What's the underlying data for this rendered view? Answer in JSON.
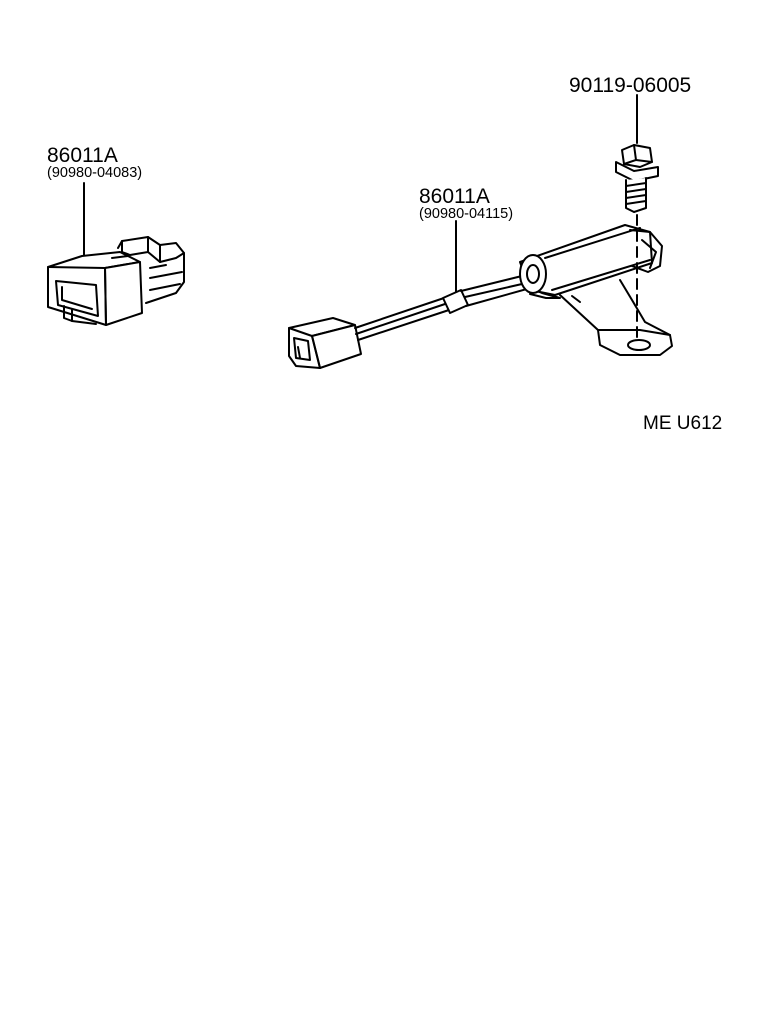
{
  "labels": {
    "left_part_no": "86011A",
    "left_sub_no": "(90980-04083)",
    "center_part_no": "86011A",
    "center_sub_no": "(90980-04115)",
    "bolt_part_no": "90119-06005",
    "figure_code": "ME U612"
  },
  "colors": {
    "ink": "#000000",
    "paper": "#ffffff"
  }
}
